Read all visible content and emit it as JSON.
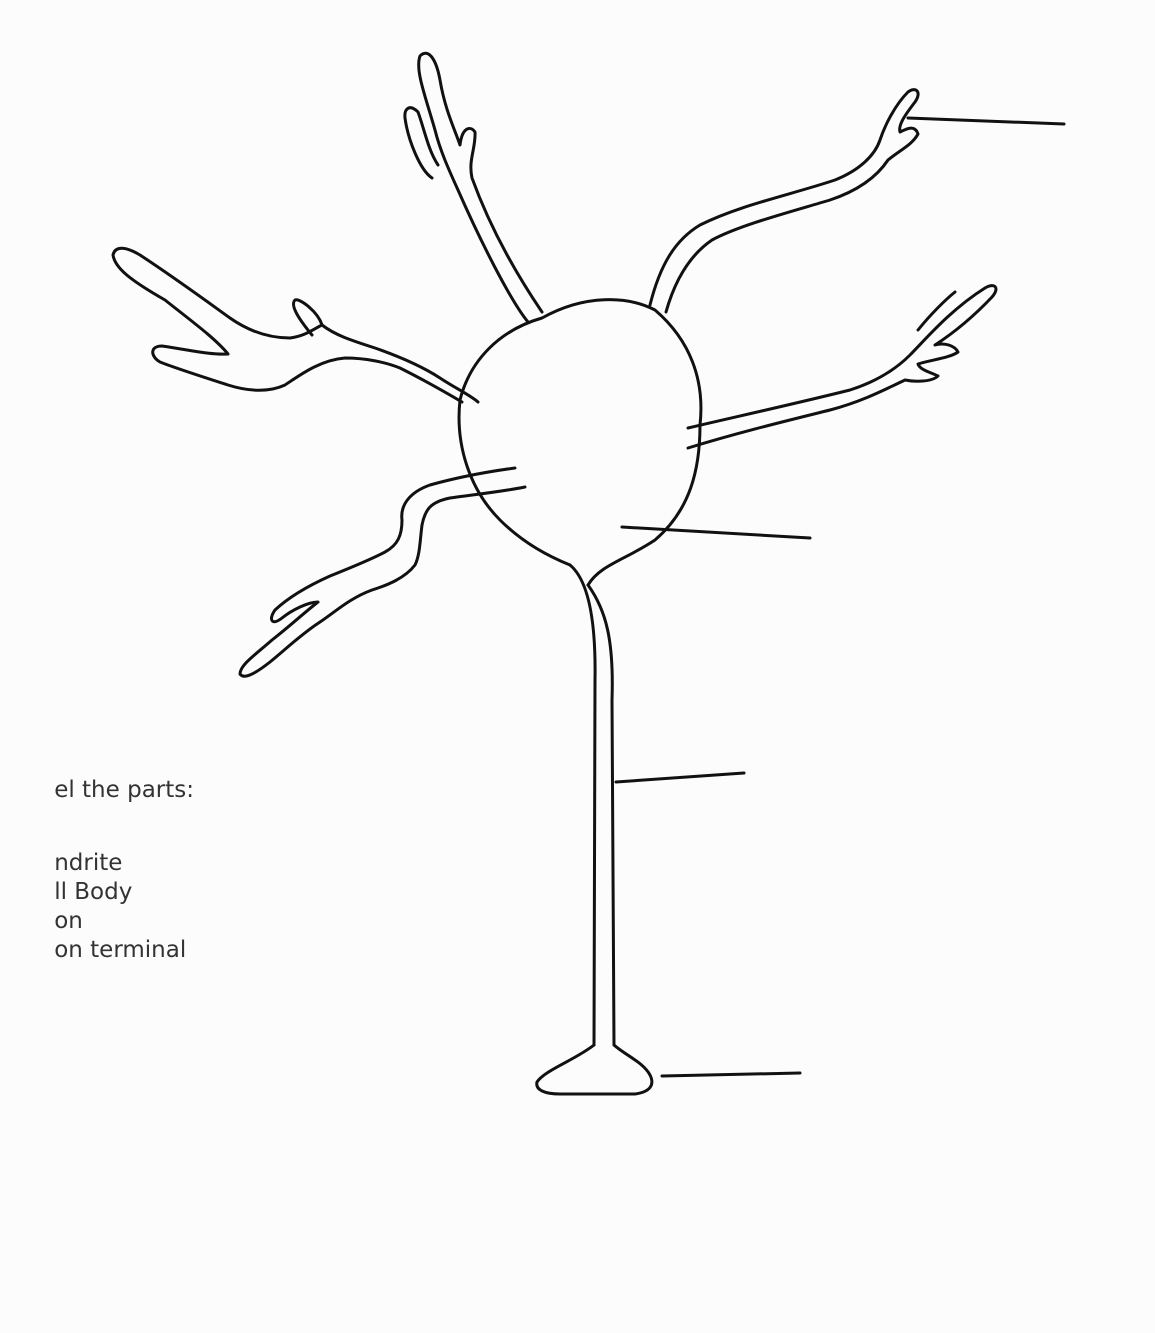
{
  "worksheet": {
    "prompt": "el the parts:",
    "terms": [
      "ndrite",
      "ll Body",
      "on",
      "on terminal"
    ]
  },
  "diagram": {
    "blank_label_count": 4
  }
}
